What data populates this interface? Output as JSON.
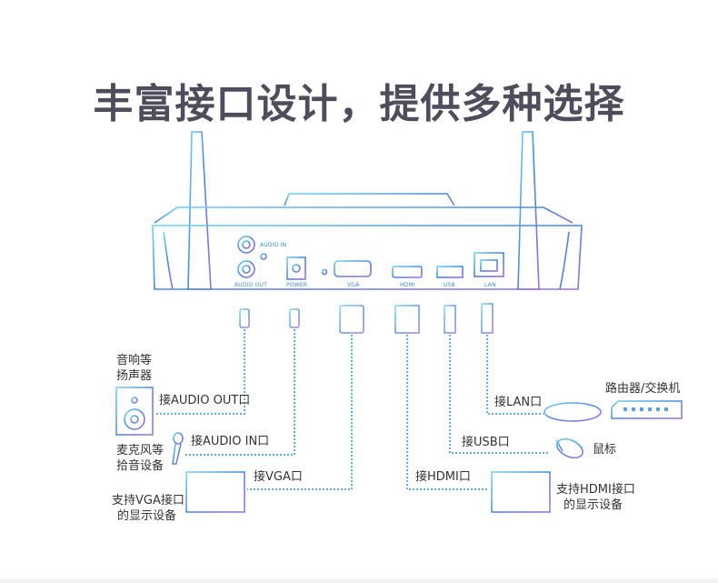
{
  "title": "丰富接口设计，提供多种选择",
  "ports": {
    "audio_in": "AUDIO IN",
    "audio_out": "AUDIO OUT",
    "power": "POWER",
    "vga": "VGA",
    "hdmi": "HDMI",
    "usb": "USB",
    "lan": "LAN"
  },
  "labels": {
    "speaker_line1": "音响等",
    "speaker_line2": "扬声器",
    "audio_out": "接AUDIO OUT口",
    "audio_in": "接AUDIO IN口",
    "mic_line1": "麦克风等",
    "mic_line2": "拾音设备",
    "vga": "接VGA口",
    "vga_display_line1": "支持VGA接口",
    "vga_display_line2": "的显示设备",
    "hdmi": "接HDMI口",
    "hdmi_display_line1": "支持HDMI接口",
    "hdmi_display_line2": "的显示设备",
    "lan": "接LAN口",
    "router": "路由器/交换机",
    "usb": "接USB口",
    "mouse": "鼠标"
  },
  "colors": {
    "line": "#2f8fdc",
    "device_outline": "#5aa2e0",
    "title": "#4f4c5c"
  }
}
